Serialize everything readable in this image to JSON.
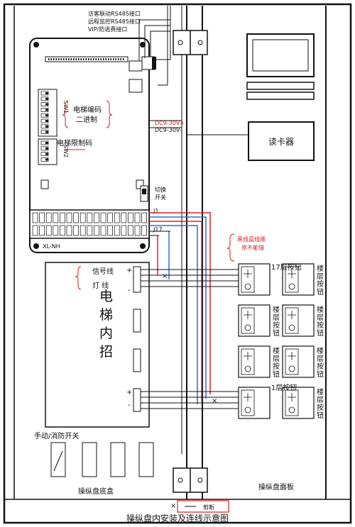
{
  "diagram": {
    "caption": "操纵盘内安装及连线示意图",
    "board": {
      "top_labels": [
        "访客联动RS485接口",
        "远程监控RS485接口",
        "VIP/防逃费接口"
      ],
      "dip1_label": "电梯编码\n二进制",
      "dip2_label": "电梯限制码",
      "sw1": "SW1",
      "sw2": "SW2",
      "dc_labels": [
        "DC9-30V+",
        "DC9-30V-"
      ],
      "switch_label": "切换\n开关",
      "j1": "J1",
      "j17": "J17",
      "model": "XL-NH"
    },
    "inner_call_board": {
      "title": "电梯内招板",
      "signal_line": "信号线",
      "light_line": "灯  线"
    },
    "wire_note": "黑线蓝线顺\n序不能错",
    "card_reader": "读卡器",
    "buttons": {
      "floor_label": "楼层按钮",
      "floor_17": "17层按钮",
      "floor_1": "1层按钮"
    },
    "bottom_box": {
      "switch_label": "手动/消防开关",
      "label": "操纵盘底盒"
    },
    "panel_label": "操纵盘面板",
    "cut_legend": "剪断",
    "plus": "+",
    "minus": "-",
    "cross": "×"
  },
  "colors": {
    "red_wire": "#e02020",
    "blue_wire": "#2a6fd6",
    "line": "#111111"
  }
}
